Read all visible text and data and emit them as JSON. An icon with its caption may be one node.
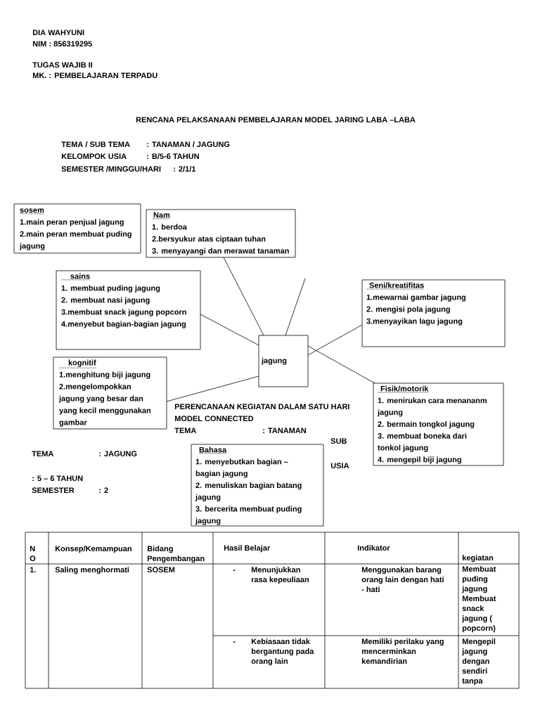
{
  "diagram": {
    "title": "RENCANA PELAKSANAAN PEMBELAJARAN MODEL JARING LABA –LABA",
    "nodes": [
      {
        "text": [
          "sosem",
          "1.main peran penjual jagung",
          "2.main peran membuat puding jagung"
        ]
      },
      {
        "text": [
          "Nam",
          "1. berdoa",
          "2.bersyukur atas ciptaan tuhan",
          "3. menyayangi dan merawat tanaman"
        ]
      },
      {
        "text": [
          "sains",
          "1. membuat puding jagung",
          "2. membuat nasi jagung",
          "3.membuat snack jagung popcorn",
          "4.menyebut bagian-bagian jagung"
        ]
      },
      {
        "text": [
          "Seni/kreatifitas",
          "1.mewarnai gambar jagung",
          "2. mengisi pola jagung",
          "3.menyayikan lagu jagung"
        ]
      },
      {
        "text": [
          "jagung"
        ]
      },
      {
        "text": [
          "kognitif",
          "1.menghitung biji jagung",
          "2.mengelompokkan jagung yang besar dan yang kecil menggunakan gambar"
        ]
      },
      {
        "text": [
          "Fisik/motorik",
          "1. menirukan cara menananm jagung",
          "2. bermain tongkol jagung",
          "3. membuat boneka dari tonkol jagung",
          "4. mengepil biji jagung"
        ]
      },
      {
        "text": [
          "Bahasa",
          "1. menyebutkan bagian – bagian jagung",
          "2. menuliskan bagian batang jagung",
          "3. bercerita membuat puding jagung"
        ]
      }
    ],
    "edges": [
      {
        "from": 4,
        "to": 1,
        "arrow": "none"
      },
      {
        "from": 4,
        "to": 2,
        "arrow": "none"
      },
      {
        "from": 4,
        "to": 3,
        "arrow": "none"
      },
      {
        "from": 4,
        "to": 5,
        "arrow": "none"
      },
      {
        "from": 4,
        "to": 6,
        "arrow": "none"
      },
      {
        "from": null,
        "to": 4,
        "arrow": "none"
      }
    ],
    "labels": [
      "DIA WAHYUNI",
      "NIM : 856319295",
      "TUGAS WAJIB II",
      "MK. : PEMBELAJARAN TERPADU",
      "TEMA / SUB TEMA",
      ": TANAMAN / JAGUNG",
      "KELOMPOK USIA",
      ": B/5-6 TAHUN",
      "SEMESTER /MINGGU/HARI",
      ": 2/1/1",
      "PERENCANAAN KEGIATAN DALAM SATU HARI",
      "MODEL CONNECTED",
      "TEMA",
      ": TANAMAN",
      "SUB",
      "TEMA",
      ": JAGUNG",
      "USIA",
      ": 5 – 6 TAHUN",
      "SEMESTER",
      ": 2",
      "N O",
      "Konsep/Kemampuan",
      "Bidang Pengembangan",
      "Hasil Belajar",
      "Indikator",
      "kegiatan",
      "1.",
      "Saling menghormati",
      "SOSEM",
      "-",
      "Menunjukkan rasa kepeuliaan",
      "Menggunakan barang orang lain dengan hati - hati",
      "Membuat puding jagung Membuat snack jagung ( popcorn)",
      "-",
      "Kebiasaan tidak bergantung pada orang lain",
      "Memiliki perilaku yang mencerminkan kemandirian",
      "Mengepil jagung dengan sendiri tanpa"
    ]
  }
}
